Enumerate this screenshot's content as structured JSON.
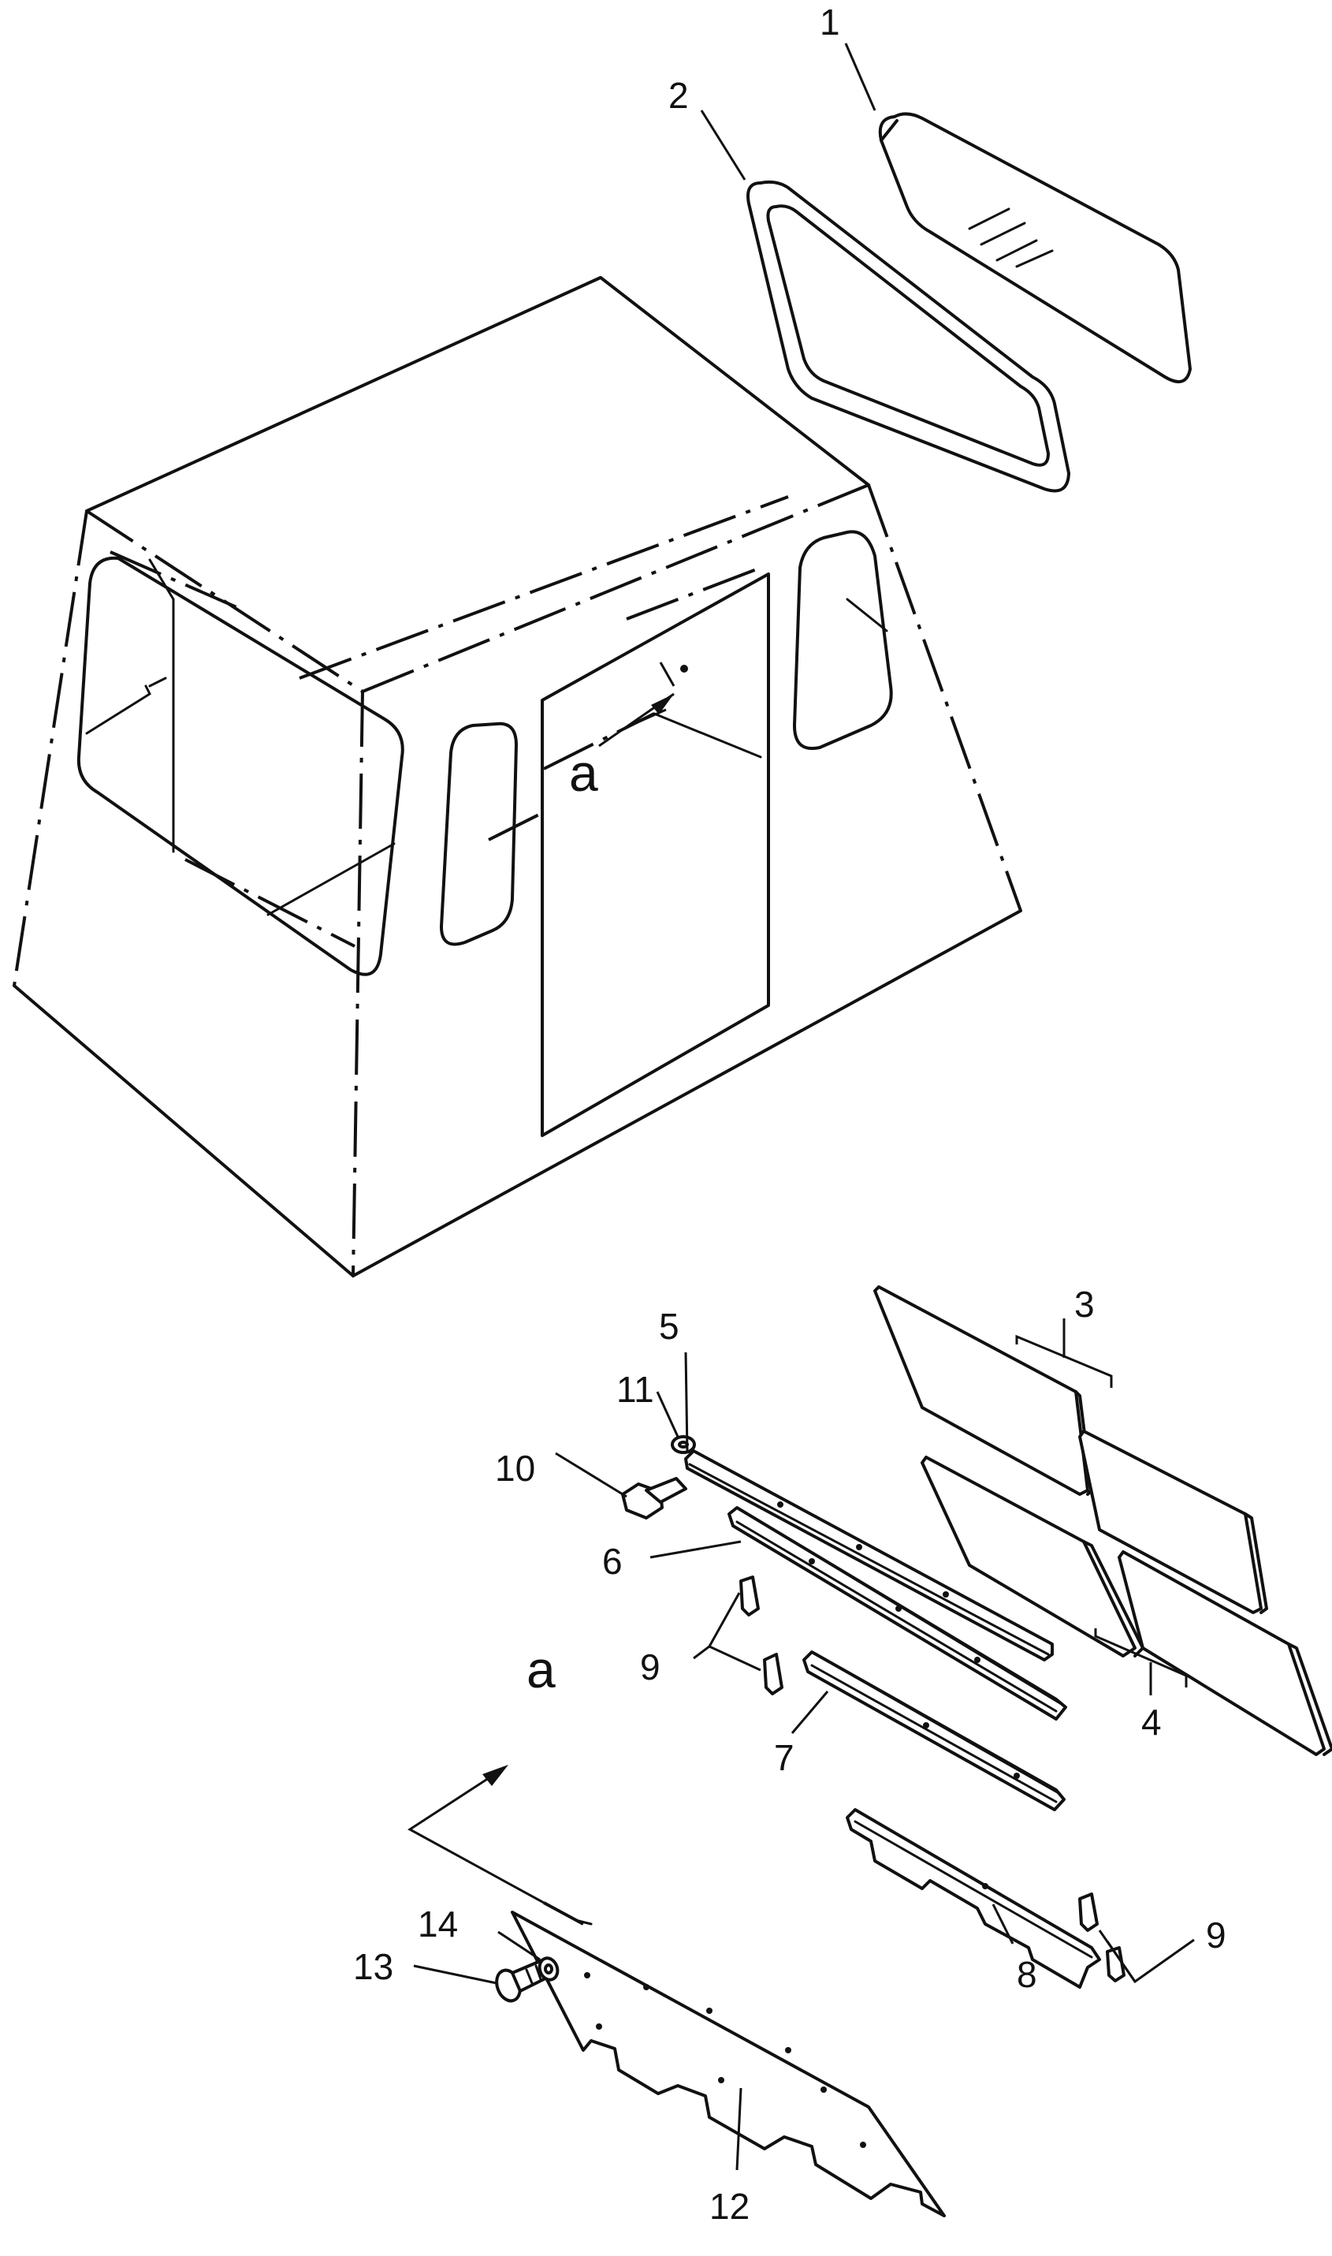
{
  "callouts": {
    "c1": "1",
    "c2": "2",
    "c3": "3",
    "c4": "4",
    "c5": "5",
    "c6": "6",
    "c7": "7",
    "c8": "8",
    "c9a": "9",
    "c9b": "9",
    "c10": "10",
    "c11": "11",
    "c12": "12",
    "c13": "13",
    "c14": "14"
  },
  "view_marks": {
    "cab_view": "a",
    "detail_view": "a"
  }
}
